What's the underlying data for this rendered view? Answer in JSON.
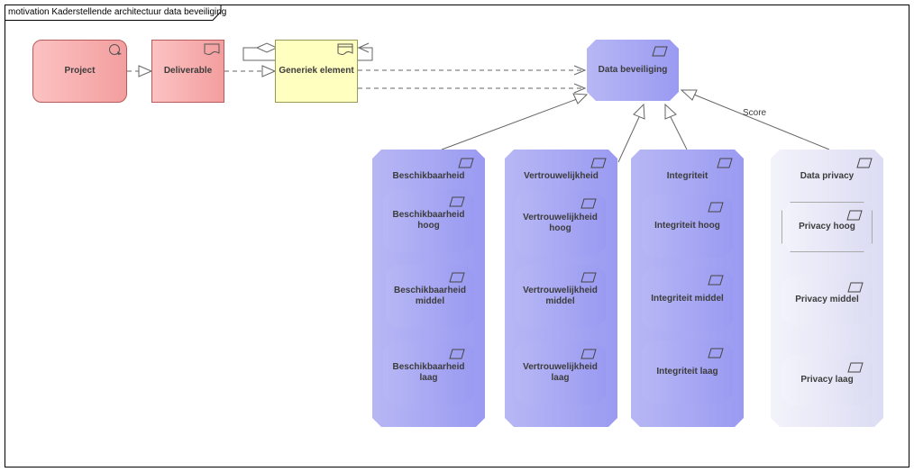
{
  "diagram": {
    "frame_title": "motivation Kaderstellende architectuur data beveiliging",
    "elements": {
      "project": "Project",
      "deliverable": "Deliverable",
      "generic": "Generiek element",
      "data_security": "Data beveiliging"
    },
    "edge_labels": {
      "score": "Score"
    },
    "groups": [
      {
        "title": "Beschikbaarheid",
        "items": [
          "Beschikbaarheid hoog",
          "Beschikbaarheid middel",
          "Beschikbaarheid laag"
        ]
      },
      {
        "title": "Vertrouwelijkheid",
        "items": [
          "Vertrouwelijkheid hoog",
          "Vertrouwelijkheid middel",
          "Vertrouwelijkheid laag"
        ]
      },
      {
        "title": "Integriteit",
        "items": [
          "Integriteit hoog",
          "Integriteit middel",
          "Integriteit laag"
        ]
      },
      {
        "title": "Data privacy",
        "items": [
          "Privacy hoog",
          "Privacy middel",
          "Privacy laag"
        ]
      }
    ],
    "colors": {
      "requirement_fill": "#a9a9f5",
      "privacy_fill": "#e8e8f7",
      "deliverable_fill": "#f7a8a8",
      "generic_fill": "#ffffc0",
      "line": "#666666"
    }
  }
}
